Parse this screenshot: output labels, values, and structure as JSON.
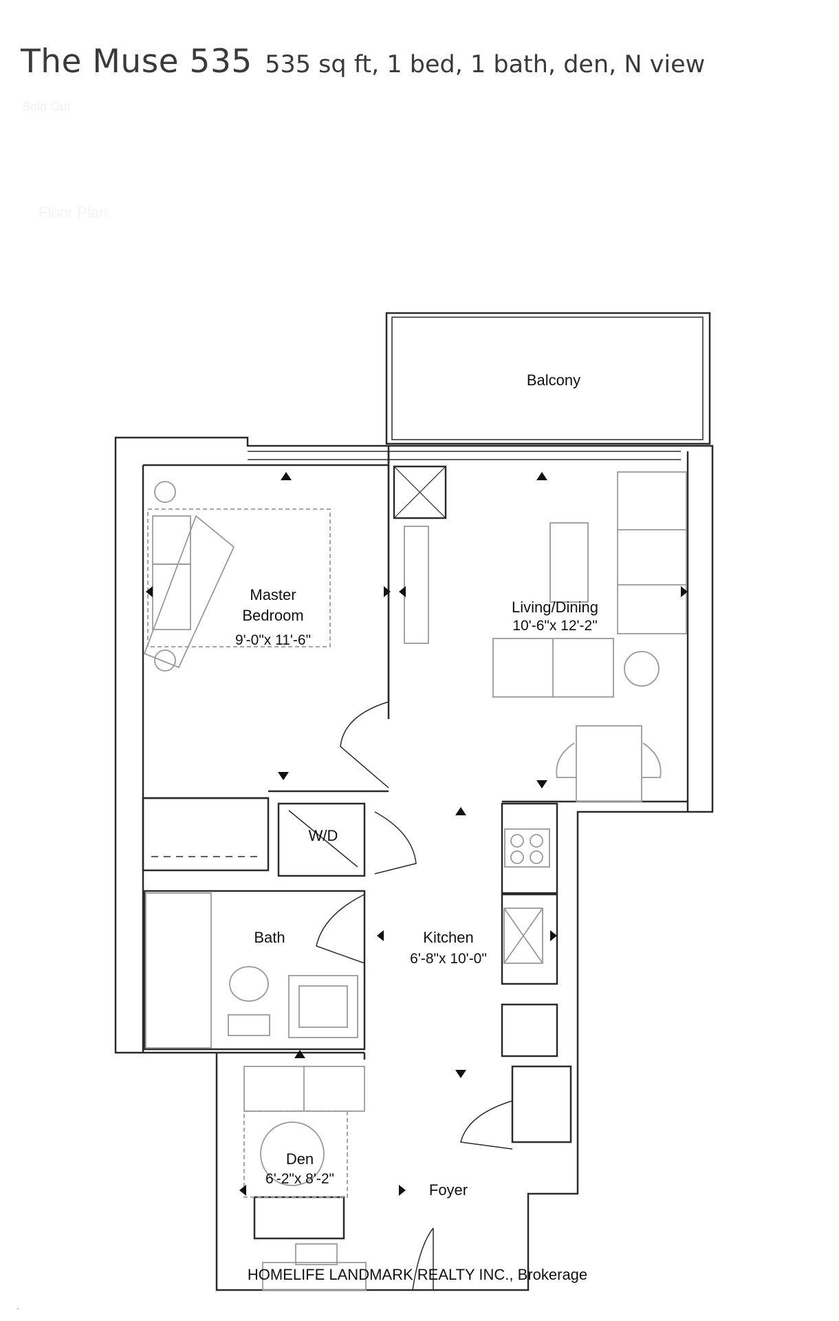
{
  "header": {
    "title": "The Muse 535",
    "subtitle": "535 sq ft, 1 bed, 1 bath, den, N view"
  },
  "faded_text": {
    "status": "Sold Out",
    "label": "Floor Plan"
  },
  "floorplan": {
    "rooms": {
      "balcony": "Balcony",
      "master_name_1": "Master",
      "master_name_2": "Bedroom",
      "master_dim": "9'-0\"x 11'-6\"",
      "living_name": "Living/Dining",
      "living_dim": "10'-6\"x 12'-2\"",
      "wd": "W/D",
      "bath": "Bath",
      "kitchen_name": "Kitchen",
      "kitchen_dim": "6'-8\"x 10'-0\"",
      "den_name": "Den",
      "den_dim": "6'-2\"x 8'-2\"",
      "foyer": "Foyer"
    },
    "watermark": "HOMELIFE LANDMARK REALTY INC., Brokerage",
    "corner_mark": "."
  },
  "colors": {
    "wall": "#2b2b2b",
    "furniture": "#9a9a9a",
    "text": "#3a3a3a"
  }
}
